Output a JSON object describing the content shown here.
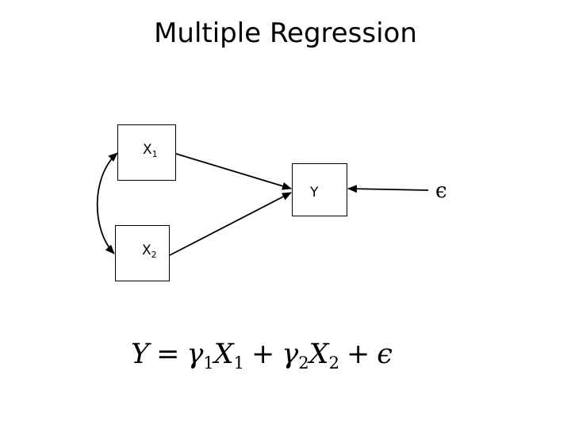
{
  "slide": {
    "title": "Multiple Regression"
  },
  "diagram": {
    "nodes": {
      "x1": {
        "base": "X",
        "sub": "1"
      },
      "x2": {
        "base": "X",
        "sub": "2"
      },
      "y": {
        "label": "Y"
      }
    },
    "error_symbol": "ϵ",
    "edges": [
      {
        "from": "X1",
        "to": "Y",
        "kind": "directed"
      },
      {
        "from": "X2",
        "to": "Y",
        "kind": "directed"
      },
      {
        "from": "ϵ",
        "to": "Y",
        "kind": "directed"
      },
      {
        "from": "X1",
        "to": "X2",
        "kind": "bidirectional-curved"
      }
    ]
  },
  "equation": {
    "lhs": "Y",
    "eq": "=",
    "gamma": "γ",
    "x": "X",
    "sub1": "1",
    "sub2": "2",
    "plus": "+",
    "epsilon": "ϵ"
  },
  "colors": {
    "background": "#ffffff",
    "ink": "#000000"
  }
}
